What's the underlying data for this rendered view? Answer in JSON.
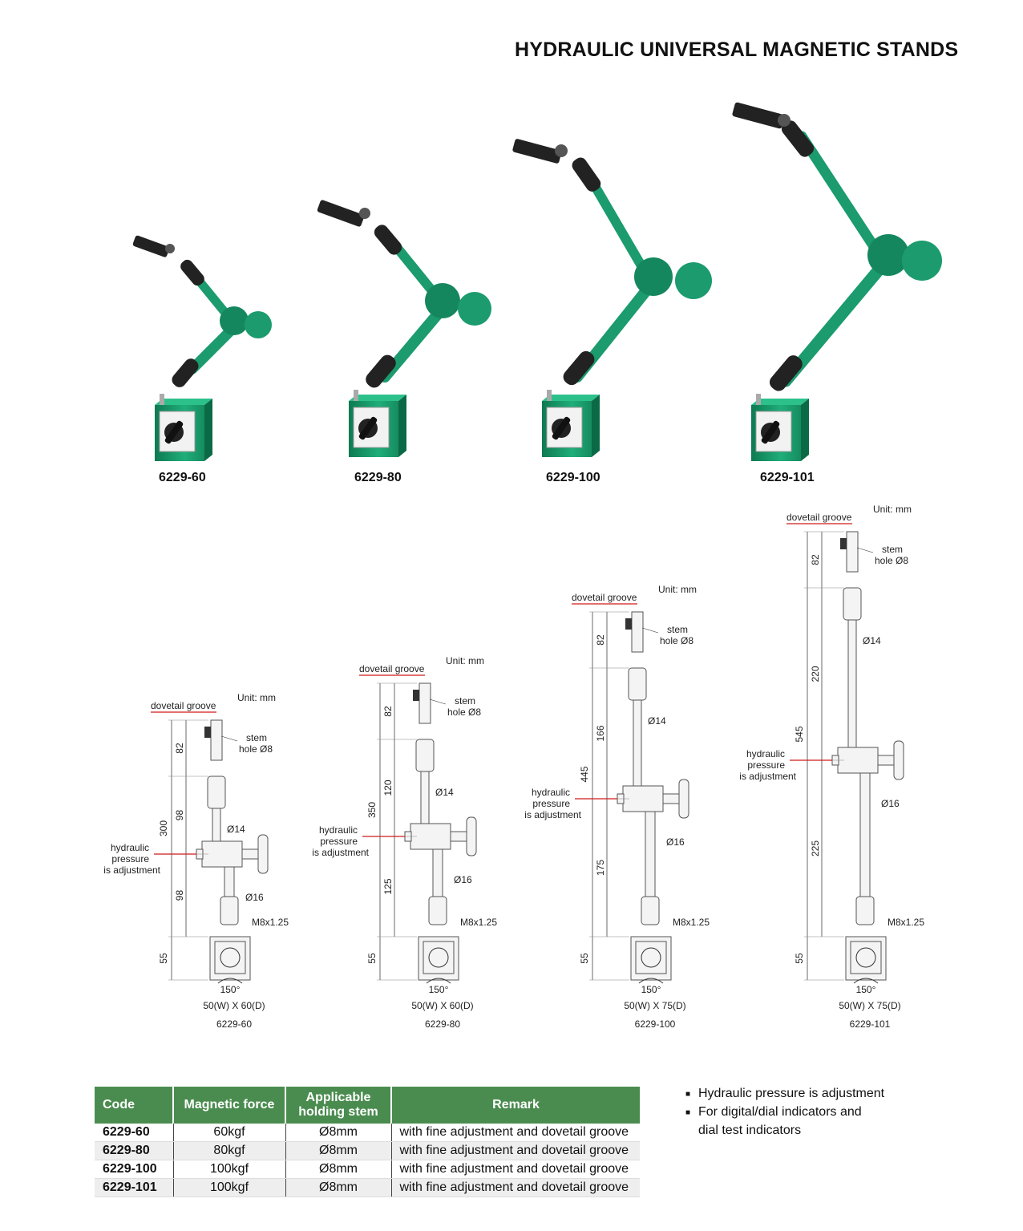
{
  "title": "HYDRAULIC UNIVERSAL MAGNETIC STANDS",
  "products": [
    {
      "code": "6229-60"
    },
    {
      "code": "6229-80"
    },
    {
      "code": "6229-100"
    },
    {
      "code": "6229-101"
    }
  ],
  "drawing_labels": {
    "dovetail": "dovetail groove",
    "unit": "Unit: mm",
    "stem": "stem",
    "hole": "hole Ø8",
    "hyd1": "hydraulic",
    "hyd2": "pressure",
    "hyd3": "is adjustment",
    "d14": "Ø14",
    "d16": "Ø16",
    "thread": "M8x1.25",
    "angle": "150°",
    "d55": "55",
    "d82": "82"
  },
  "drawings": [
    {
      "code": "6229-60",
      "total": "300",
      "upper": "98",
      "lower": "98",
      "base": "50(W) X 60(D)"
    },
    {
      "code": "6229-80",
      "total": "350",
      "upper": "120",
      "lower": "125",
      "base": "50(W) X 60(D)"
    },
    {
      "code": "6229-100",
      "total": "445",
      "upper": "166",
      "lower": "175",
      "base": "50(W) X 75(D)"
    },
    {
      "code": "6229-101",
      "total": "545",
      "upper": "220",
      "lower": "225",
      "base": "50(W) X 75(D)"
    }
  ],
  "table": {
    "headers": [
      "Code",
      "Magnetic force",
      "Applicable",
      "holding stem",
      "Remark"
    ],
    "rows": [
      [
        "6229-60",
        "60kgf",
        "Ø8mm",
        "with fine adjustment and dovetail groove"
      ],
      [
        "6229-80",
        "80kgf",
        "Ø8mm",
        "with fine adjustment and dovetail groove"
      ],
      [
        "6229-100",
        "100kgf",
        "Ø8mm",
        "with fine adjustment and dovetail groove"
      ],
      [
        "6229-101",
        "100kgf",
        "Ø8mm",
        "with fine adjustment and dovetail groove"
      ]
    ]
  },
  "features": [
    "Hydraulic pressure is adjustment",
    "For digital/dial indicators and",
    "dial test indicators"
  ],
  "colors": {
    "green": "#1b9b6e",
    "dark_green": "#0e7a52",
    "table_header": "#4a8c4f",
    "red_leader": "#d11a1a"
  }
}
